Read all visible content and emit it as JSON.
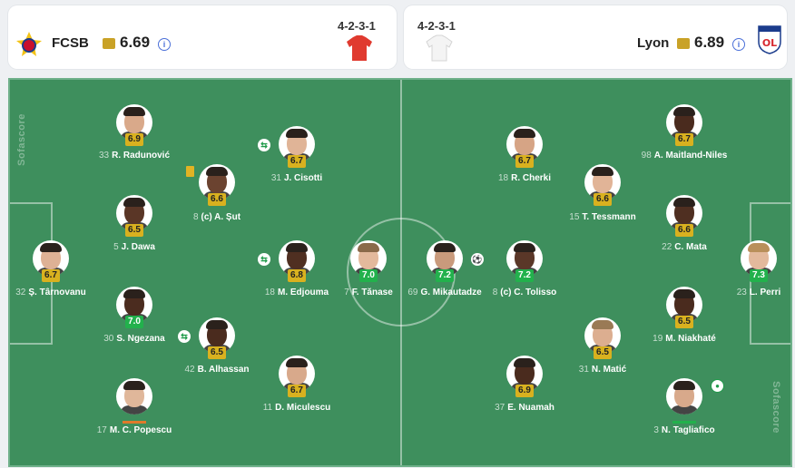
{
  "home": {
    "name": "FCSB",
    "rating": "6.69",
    "formation": "4-2-3-1",
    "shirt_color": "#e03a2f",
    "info": "i"
  },
  "away": {
    "name": "Lyon",
    "rating": "6.89",
    "formation": "4-2-3-1",
    "shirt_color": "#f2f2f2",
    "info": "i"
  },
  "watermark": "Sofascore",
  "players": [
    {
      "team": "home",
      "num": "33",
      "name": "R. Radunović",
      "rating": "6.9",
      "band": "mid"
    },
    {
      "team": "home",
      "num": "31",
      "name": "J. Cisotti",
      "rating": "6.7",
      "band": "mid",
      "sub": "⇆"
    },
    {
      "team": "home",
      "num": "8",
      "name": "(c) A. Șut",
      "rating": "6.6",
      "band": "mid",
      "card": true
    },
    {
      "team": "home",
      "num": "5",
      "name": "J. Dawa",
      "rating": "6.5",
      "band": "mid"
    },
    {
      "team": "home",
      "num": "32",
      "name": "Ș. Târnovanu",
      "rating": "6.7",
      "band": "mid"
    },
    {
      "team": "home",
      "num": "18",
      "name": "M. Edjouma",
      "rating": "6.8",
      "band": "mid",
      "sub": "⇆"
    },
    {
      "team": "home",
      "num": "7",
      "name": "F. Tănase",
      "rating": "7.0",
      "band": "good"
    },
    {
      "team": "home",
      "num": "30",
      "name": "S. Ngezana",
      "rating": "7.0",
      "band": "good"
    },
    {
      "team": "home",
      "num": "42",
      "name": "B. Alhassan",
      "rating": "6.5",
      "band": "mid",
      "sub": "⇆"
    },
    {
      "team": "home",
      "num": "11",
      "name": "D. Miculescu",
      "rating": "6.7",
      "band": "mid"
    },
    {
      "team": "home",
      "num": "17",
      "name": "M. C. Popescu",
      "rating": "",
      "band": "mid"
    },
    {
      "team": "away",
      "num": "69",
      "name": "G. Mikautadze",
      "rating": "7.2",
      "band": "good",
      "ball": "⚽"
    },
    {
      "team": "away",
      "num": "18",
      "name": "R. Cherki",
      "rating": "6.7",
      "band": "mid"
    },
    {
      "team": "away",
      "num": "8",
      "name": "(c) C. Tolisso",
      "rating": "7.2",
      "band": "good"
    },
    {
      "team": "away",
      "num": "37",
      "name": "E. Nuamah",
      "rating": "6.9",
      "band": "mid"
    },
    {
      "team": "away",
      "num": "15",
      "name": "T. Tessmann",
      "rating": "6.6",
      "band": "mid"
    },
    {
      "team": "away",
      "num": "31",
      "name": "N. Matić",
      "rating": "6.5",
      "band": "mid"
    },
    {
      "team": "away",
      "num": "98",
      "name": "A. Maitland-Niles",
      "rating": "6.7",
      "band": "mid"
    },
    {
      "team": "away",
      "num": "22",
      "name": "C. Mata",
      "rating": "6.6",
      "band": "mid"
    },
    {
      "team": "away",
      "num": "19",
      "name": "M. Niakhaté",
      "rating": "6.5",
      "band": "mid"
    },
    {
      "team": "away",
      "num": "3",
      "name": "N. Tagliafico",
      "rating": "",
      "band": "mid",
      "goal": "●"
    },
    {
      "team": "away",
      "num": "23",
      "name": "L. Perri",
      "rating": "7.3",
      "band": "good"
    }
  ]
}
